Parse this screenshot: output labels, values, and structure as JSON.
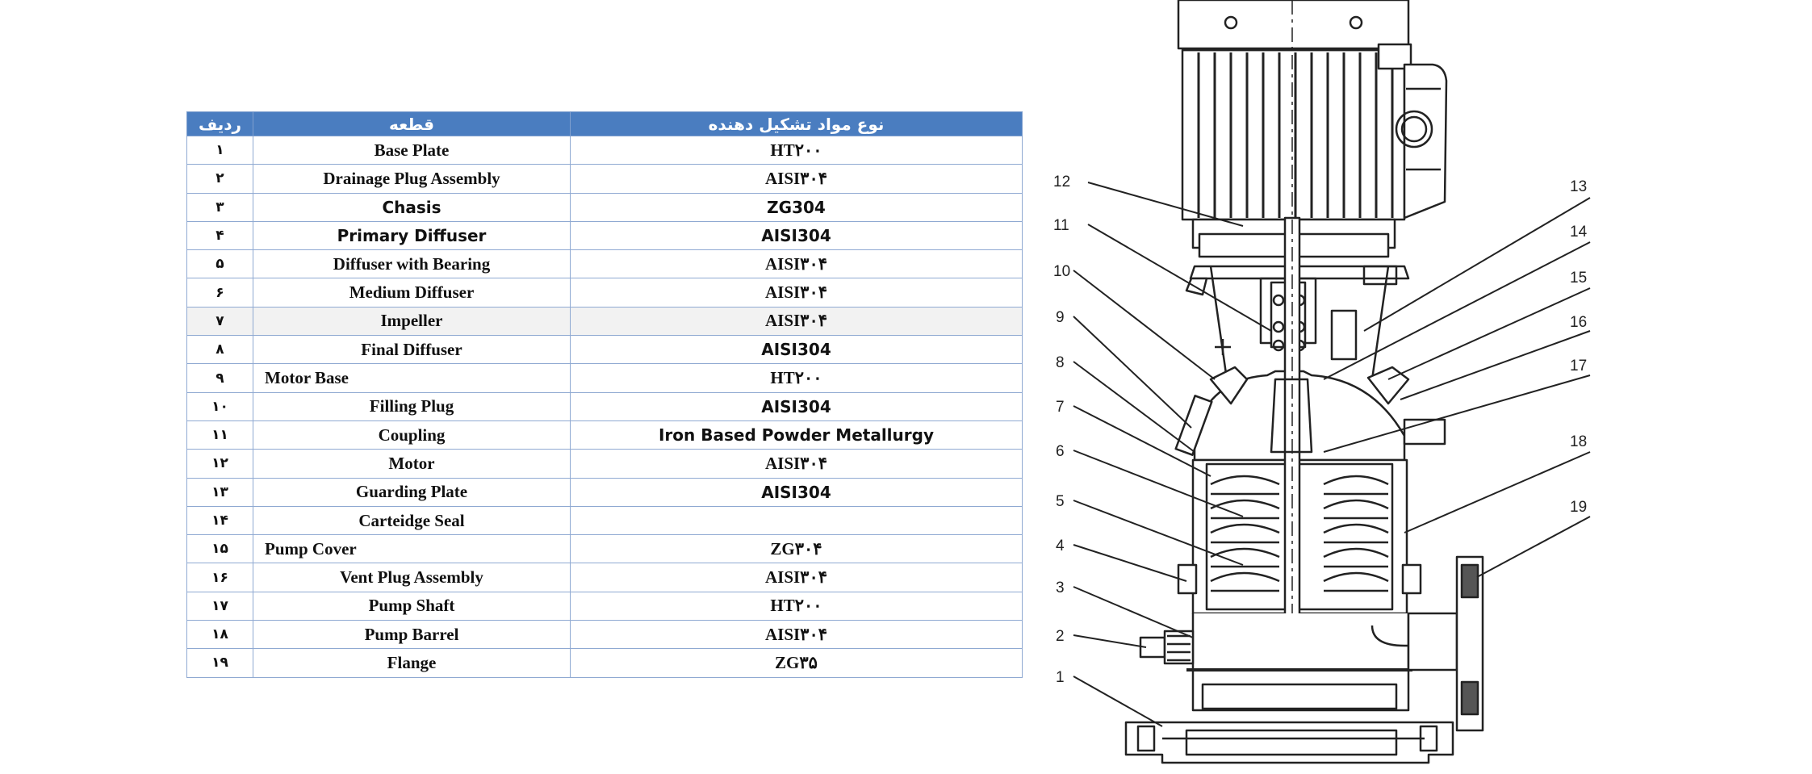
{
  "table": {
    "headers": {
      "index": "ردیف",
      "part": "قطعه",
      "material": "نوع مواد تشکیل دهنده"
    },
    "rows": [
      {
        "index": "۱",
        "part": "Base Plate",
        "material": "HT۲۰۰"
      },
      {
        "index": "۲",
        "part": "Drainage Plug Assembly",
        "material": "AISI۳۰۴"
      },
      {
        "index": "۳",
        "part": "Chasis",
        "material": "ZG304"
      },
      {
        "index": "۴",
        "part": "Primary Diffuser",
        "material": "AISI304"
      },
      {
        "index": "۵",
        "part": "Diffuser with Bearing",
        "material": "AISI۳۰۴"
      },
      {
        "index": "۶",
        "part": "Medium Diffuser",
        "material": "AISI۳۰۴"
      },
      {
        "index": "۷",
        "part": "Impeller",
        "material": "AISI۳۰۴"
      },
      {
        "index": "۸",
        "part": "Final Diffuser",
        "material": "AISI304"
      },
      {
        "index": "۹",
        "part": "Motor Base",
        "material": "HT۲۰۰"
      },
      {
        "index": "۱۰",
        "part": "Filling Plug",
        "material": "AISI304"
      },
      {
        "index": "۱۱",
        "part": "Coupling",
        "material": "Iron Based Powder Metallurgy"
      },
      {
        "index": "۱۲",
        "part": "Motor",
        "material": "AISI۳۰۴"
      },
      {
        "index": "۱۳",
        "part": "Guarding Plate",
        "material": "AISI304"
      },
      {
        "index": "۱۴",
        "part": "Carteidge Seal",
        "material": ""
      },
      {
        "index": "۱۵",
        "part": "Pump Cover",
        "material": "ZG۳۰۴"
      },
      {
        "index": "۱۶",
        "part": "Vent Plug Assembly",
        "material": "AISI۳۰۴"
      },
      {
        "index": "۱۷",
        "part": "Pump Shaft",
        "material": "HT۲۰۰"
      },
      {
        "index": "۱۸",
        "part": "Pump Barrel",
        "material": "AISI۳۰۴"
      },
      {
        "index": "۱۹",
        "part": "Flange",
        "material": "ZG۳۵"
      }
    ]
  },
  "diagram": {
    "callouts": [
      "1",
      "2",
      "3",
      "4",
      "5",
      "6",
      "7",
      "8",
      "9",
      "10",
      "11",
      "12",
      "13",
      "14",
      "15",
      "16",
      "17",
      "18",
      "19"
    ]
  },
  "colors": {
    "header_bg": "#4a7dc0",
    "border": "#8fa9d2",
    "line": "#222222"
  }
}
